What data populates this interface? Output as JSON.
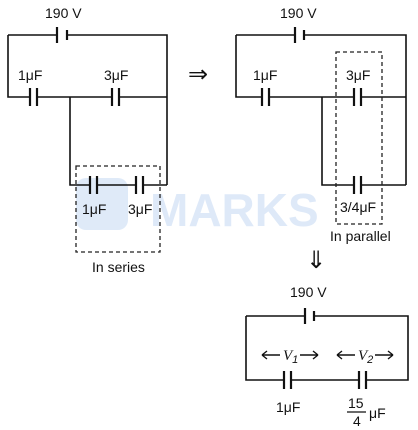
{
  "circuit1": {
    "battery_label": "190 V",
    "cap_left_label": "1μF",
    "cap_right_label": "3μF",
    "series_cap1_label": "1μF",
    "series_cap2_label": "3μF",
    "series_box_label": "In series"
  },
  "circuit2": {
    "battery_label": "190 V",
    "cap_left_label": "1μF",
    "cap_top_label": "3μF",
    "cap_bottom_label": "3/4μF",
    "parallel_box_label": "In parallel"
  },
  "circuit3": {
    "battery_label": "190 V",
    "v1_label": "V",
    "v1_sub": "1",
    "v2_label": "V",
    "v2_sub": "2",
    "cap_left_label": "1μF",
    "cap_right_num": "15",
    "cap_right_den": "4",
    "cap_right_unit": "μF"
  },
  "arrows": {
    "right_arrow": "⇒",
    "down_arrow": "⇓"
  },
  "watermark": {
    "text": "MARKS"
  }
}
